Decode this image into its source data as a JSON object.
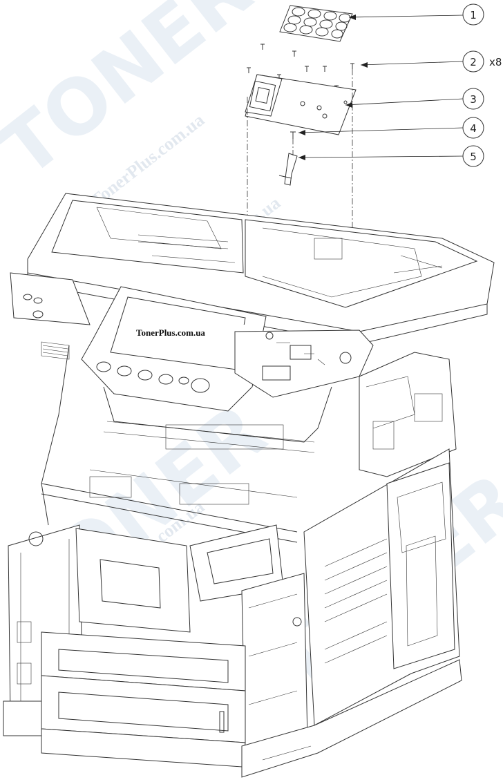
{
  "watermark": {
    "brand": "TONER",
    "site": "TonerPlus.com.ua"
  },
  "site_label": "TonerPlus.com.ua",
  "callouts": [
    {
      "number": "1",
      "suffix": ""
    },
    {
      "number": "2",
      "suffix": "x8"
    },
    {
      "number": "3",
      "suffix": ""
    },
    {
      "number": "4",
      "suffix": ""
    },
    {
      "number": "5",
      "suffix": ""
    }
  ]
}
